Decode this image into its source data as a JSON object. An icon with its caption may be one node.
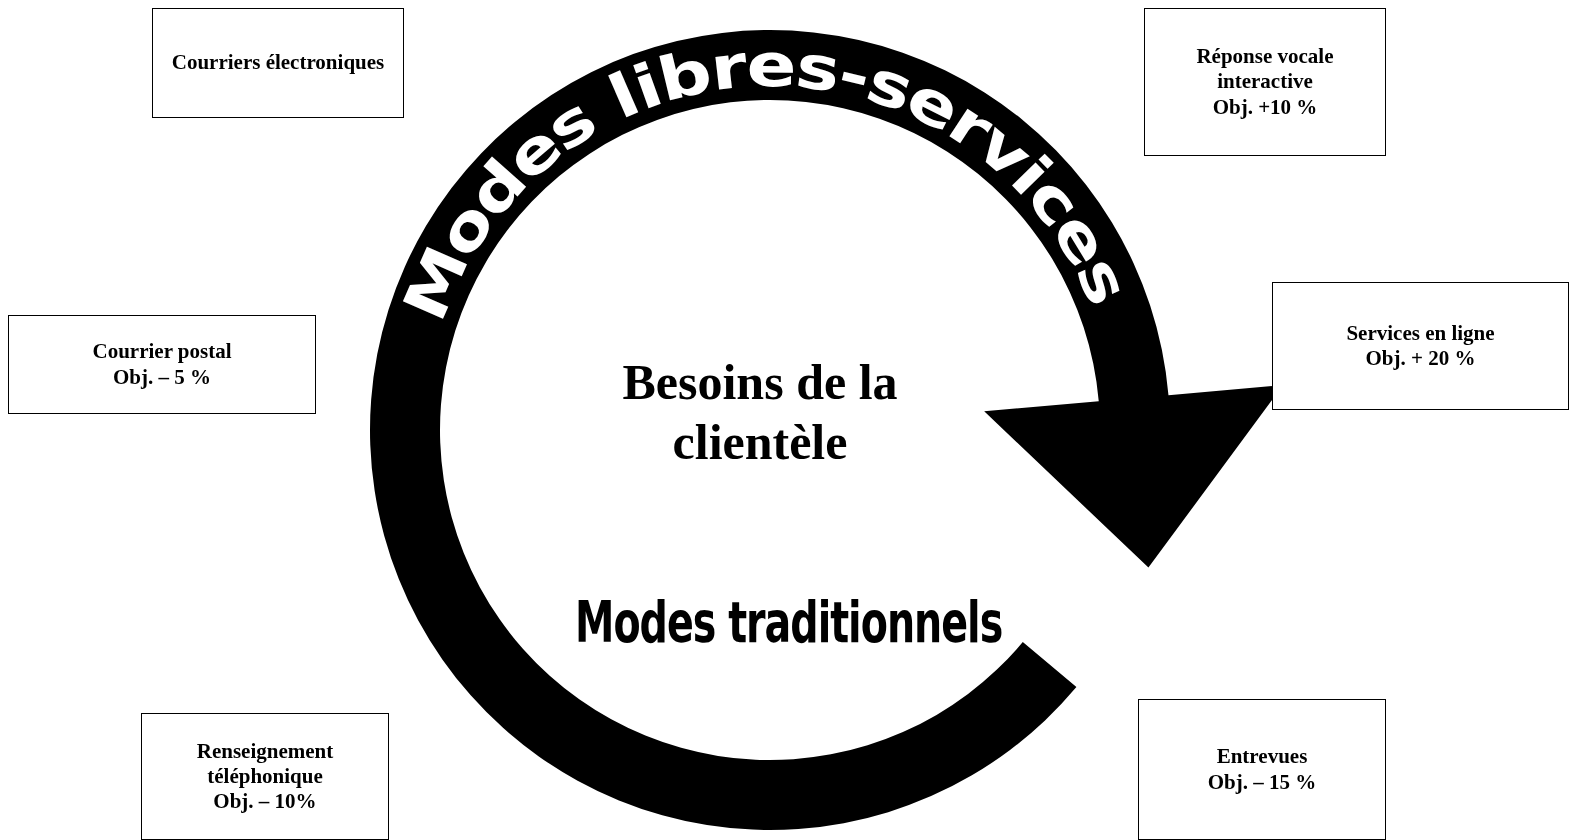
{
  "diagram": {
    "nodes": [
      {
        "text": [
          "Courriers électroniques"
        ]
      },
      {
        "text": [
          "Réponse vocale interactive",
          "Obj. +10 %"
        ]
      },
      {
        "text": [
          "Courrier postal",
          "Obj. – 5 %"
        ]
      },
      {
        "text": [
          "Services en ligne",
          "Obj. + 20 %"
        ]
      },
      {
        "text": [
          "Renseignement téléphonique",
          "Obj. – 10%"
        ]
      },
      {
        "text": [
          "Entrevues",
          "Obj. – 15 %"
        ]
      }
    ],
    "labels": [
      "Modes libres-services",
      "Besoins de la clientèle",
      "Modes traditionnels"
    ]
  }
}
